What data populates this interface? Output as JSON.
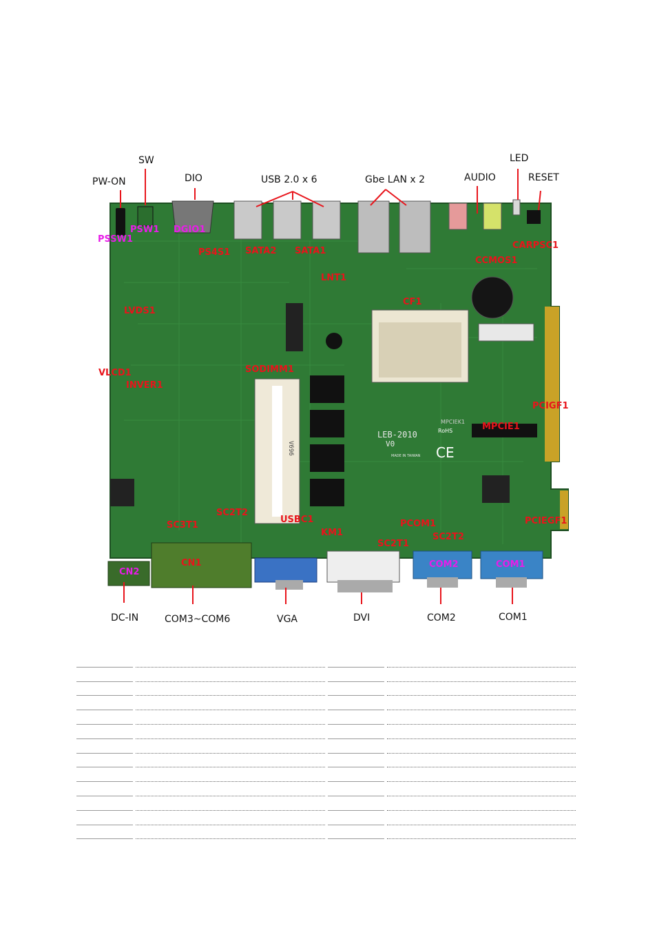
{
  "board": {
    "model_text": "LEB-2010",
    "version_text": "V0",
    "made_in": "MADE IN TAIWAN",
    "mpciek_silk": "MPCIEK1",
    "cert_ce": "CE",
    "cert_rohs": "RoHS",
    "sodimm_silk": "V696"
  },
  "callouts": {
    "pw_on": "PW-ON",
    "sw": "SW",
    "dio": "DIO",
    "usb": "USB 2.0 x 6",
    "gbe_lan": "Gbe LAN x 2",
    "audio": "AUDIO",
    "led": "LED",
    "reset": "RESET",
    "dc_in": "DC-IN",
    "com3_com6": "COM3~COM6",
    "vga": "VGA",
    "dvi": "DVI",
    "com2": "COM2",
    "com1": "COM1"
  },
  "red_labels": {
    "ps4s1": "PS4S1",
    "sata2": "SATA2",
    "sata1": "SATA1",
    "lnt1": "LNT1",
    "cf1": "CF1",
    "carpsc1": "CARPSC1",
    "ccmos1": "CCMOS1",
    "lvds1": "LVDS1",
    "vlcd1": "VLCD1",
    "inver1": "INVER1",
    "sodimm1": "SODIMM1",
    "pcigf1": "PCIGF1",
    "mpcie1": "MPCIE1",
    "sc2t2_left": "SC2T2",
    "sc3t1": "SC3T1",
    "usbc1": "USBC1",
    "km1": "KM1",
    "pcom1": "PCOM1",
    "sc2t1": "SC2T1",
    "sc2t2_right": "SC2T2",
    "pciegf1": "PCIEGF1",
    "cn1": "CN1"
  },
  "magenta_labels": {
    "psw1": "PSW1",
    "dgio1": "DGIO1",
    "pssw1": "PSSW1",
    "cn2": "CN2",
    "com2": "COM2",
    "com1": "COM1"
  },
  "colors": {
    "pcb": "#2e7d32",
    "callout_red": "#e8141b",
    "callout_magenta": "#e81ce8"
  }
}
